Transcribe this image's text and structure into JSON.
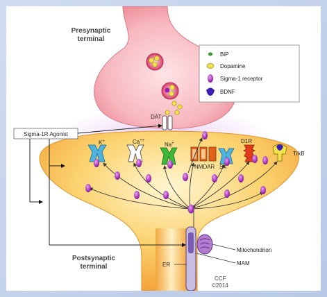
{
  "labels": {
    "presynaptic": [
      "Presynaptic",
      "terminal"
    ],
    "postsynaptic": [
      "Postsynaptic",
      "terminal"
    ],
    "dat": "DAT",
    "agonist": "Sigma-1R Agonist",
    "k": "K",
    "k_sup": "+",
    "ca": "Ca",
    "ca_sup": "++",
    "na": "Na",
    "na_sup": "+",
    "d1r": "D1R",
    "nmdar": "NMDAR",
    "sk": "SK",
    "trkb": "TrkB",
    "mitochondrion": "Mitochondrion",
    "mam": "MAM",
    "er": "ER",
    "credit": [
      "CCF",
      "©2014"
    ]
  },
  "legend": [
    {
      "label": "BiP",
      "symbol": "bip",
      "color": "#3aa535"
    },
    {
      "label": "Dopamine",
      "symbol": "dopamine",
      "color": "#efe24a"
    },
    {
      "label": "Sigma-1 receptor",
      "symbol": "sigma1",
      "color": "#a019b6"
    },
    {
      "label": "BDNF",
      "symbol": "bdnf",
      "color": "#3d1fb4"
    }
  ],
  "colors": {
    "presynaptic": "#f4a5ad",
    "postsynaptic": "#f7c04e",
    "sigma1": "#a019b6",
    "k_channel": "#4fb3de",
    "na_channel": "#3db83a",
    "nmdar": "#e2611b",
    "d1r": "#e23c1c",
    "trkb": "#3d1fb4"
  }
}
